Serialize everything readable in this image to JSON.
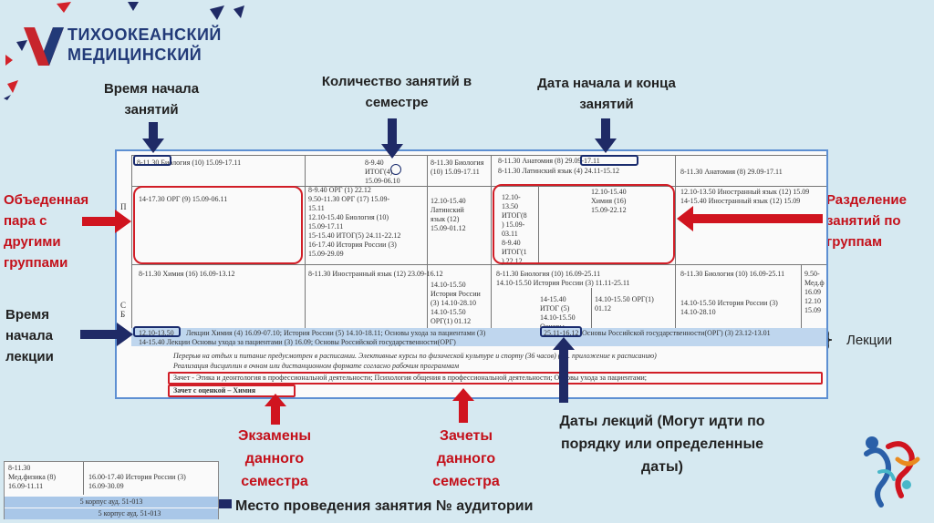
{
  "logo": {
    "line1": "ТИХООКЕАНСКИЙ",
    "line2": "МЕДИЦИНСКИЙ"
  },
  "labels": {
    "start_time": "Время начала занятий",
    "lesson_count": "Количество занятий в семестре",
    "date_range": "Дата начала и конца занятий",
    "combined_pair": "Объеденная пара с другими группами",
    "group_split": "Разделение занятий по группам",
    "lecture_start": "Время начала лекции",
    "lectures": "Лекции",
    "exams": "Экзамены данного семестра",
    "credits": "Зачеты данного семестра",
    "lecture_dates": "Даты лекций (Могут идти по порядку или определенные даты)",
    "room": "Место проведения занятия № аудитории"
  },
  "doc": {
    "day1": "П",
    "day2": "С Б",
    "r1c1": "8-11.30 Биология (10) 15.09-17.11",
    "r1c2a": "8-9.40 ИТОГ(4)",
    "r1c2b": "15.09-06.10",
    "r1c3": "8-11.30 Биология (10) 15.09-17.11",
    "r1c4a": "8-11.30 Анатомия (8) 29.09-17.11",
    "r1c4b": "8-11.30 Латинский язык (4) 24.11-15.12",
    "r1c5": "8-11.30 Анатомия (8) 29.09-17.11",
    "r2c1": "14-17.30 ОРГ (9) 15.09-06.11",
    "r2c2": [
      "8-9.40 ОРГ (1) 22.12",
      "9.50-11.30 ОРГ (17) 15.09-",
      "15.11",
      "12.10-15.40 Биология (10)",
      "15.09-17.11",
      "15-15.40 ИТОГ(5) 24.11-22.12",
      "16-17.40 История России (3)",
      "15.09-29.09"
    ],
    "r2c3": [
      "12.10-15.40",
      "Латинский",
      "язык (12)",
      "15.09-01.12"
    ],
    "r2c4a": [
      "12.10-",
      "13.50",
      "ИТОГ(8",
      ") 15.09-",
      "03.11",
      "8-9.40",
      "ИТОГ(1",
      ") 22.12"
    ],
    "r2c4b": [
      "12.10-15.40",
      "Химия (16)",
      "15.09-22.12"
    ],
    "r2c5": [
      "12.10-13.50 Иностранный язык (12) 15.09",
      "14-15.40 Иностранный язык (12) 15.09"
    ],
    "r3c1": "8-11.30 Химия (16) 16.09-13.12",
    "r3c2": "8-11.30 Иностранный язык (12) 23.09-16.12",
    "r3c3": [
      "14.10-15.50",
      "История России",
      "(3) 14.10-28.10",
      "14.10-15.50",
      "ОРГ(1) 01.12"
    ],
    "r3c4": "8-11.30 Биология (10) 16.09-25.11",
    "r3c4b": "14.10-15.50 История России (3) 11.11-25.11",
    "r3c4c": [
      "14-15.40",
      "ИТОГ (5)",
      "14.10-15.50",
      "Основы..."
    ],
    "r3c4d": [
      "14.10-15.50 ОРГ(1)",
      "01.12"
    ],
    "r3c5": [
      "8-11.30 Биология (10) 16.09-25.11",
      "14.10-15.50 История России (3)",
      "14.10-28.10"
    ],
    "r3c6": [
      "9.50-",
      "Мед.ф",
      "16.09",
      "12.10",
      "15.09"
    ],
    "lec1_time": "12.10-13.50",
    "lec1_text": "Лекции Химия (4) 16.09-07.10; История России (5) 14.10-18.11; Основы ухода за пациентами (3)",
    "lec1_dates": "25.11-16.12",
    "lec1_tail": "Основы Российской государственности(ОРГ) (3) 23.12-13.01",
    "lec2": "14-15.40 Лекции Основы ухода за пациентами (3) 16.09; Основы Российской государственности(ОРГ)",
    "break_line": "Перерыв на отдых и питание предусмотрен в расписании. Элективные курсы по физической культуре и спорту (36 часов) (см. приложение к расписанию)",
    "realization": "Реализация дисциплин в очном или дистанционном формате согласно рабочим программам",
    "credit_line": "Зачет - Этика и деонтология в профессиональной деятельности; Психология общения в профессиональной деятельности; Основы ухода за пациентами;",
    "exam_line": "Зачет с оценкой – Химия"
  },
  "small_table": {
    "c1": [
      "8-11.30",
      "Мед.физика (8)",
      "16.09-11.11"
    ],
    "c2": [
      "16.00-17.40 История России (3)",
      "16.09-30.09"
    ],
    "room1": "5 корпус  ауд. 51-013",
    "room2": "5 корпус  ауд. 51-013"
  },
  "colors": {
    "red": "#d0141f",
    "navy": "#1f2a66",
    "doc_border": "#5d8fd2",
    "background": "#d6e9f1"
  }
}
